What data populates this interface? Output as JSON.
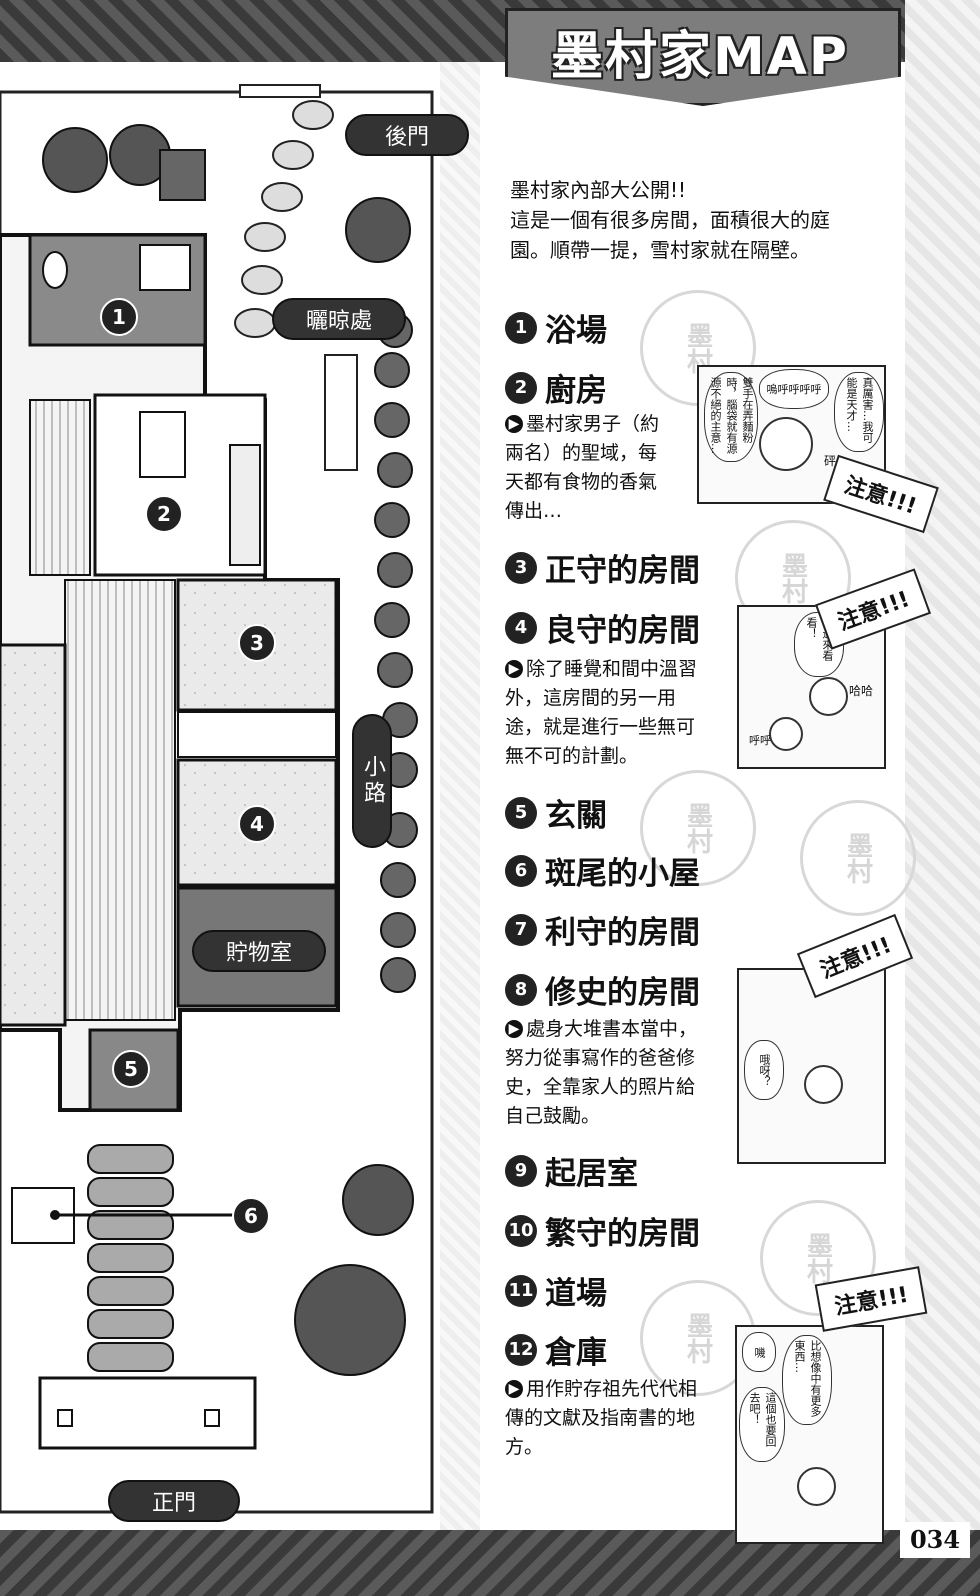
{
  "title": "墨村家MAP",
  "intro": [
    "墨村家內部大公開!!",
    "這是一個有很多房間，面積很大的庭",
    "園。順帶一提，雪村家就在隔壁。"
  ],
  "rooms": [
    {
      "num": "1",
      "name": "浴場"
    },
    {
      "num": "2",
      "name": "廚房"
    },
    {
      "num": "3",
      "name": "正守的房間"
    },
    {
      "num": "4",
      "name": "良守的房間"
    },
    {
      "num": "5",
      "name": "玄關"
    },
    {
      "num": "6",
      "name": "斑尾的小屋"
    },
    {
      "num": "7",
      "name": "利守的房間"
    },
    {
      "num": "8",
      "name": "修史的房間"
    },
    {
      "num": "9",
      "name": "起居室"
    },
    {
      "num": "10",
      "name": "繁守的房間"
    },
    {
      "num": "11",
      "name": "道場"
    },
    {
      "num": "12",
      "name": "倉庫"
    }
  ],
  "notes": {
    "kitchen": [
      "墨村家男子（約",
      "兩名）的聖域，每",
      "天都有食物的香氣",
      "傳出…"
    ],
    "yoshimori": [
      "除了睡覺和間中溫習",
      "外，這房間的另一用",
      "途，就是進行一些無可",
      "無不可的計劃。"
    ],
    "shuji": [
      "處身大堆書本當中，",
      "努力從事寫作的爸爸修",
      "史，全靠家人的照片給",
      "自己鼓勵。"
    ],
    "storage": [
      "用作貯存祖先代代相",
      "傳的文獻及指南書的地",
      "方。"
    ]
  },
  "caution": "注意!!!",
  "panels": {
    "kitchen": [
      "嗚呼呼呼呼",
      "真厲害…我可能是天才…",
      "雙手在弄麵粉時，腦袋就有源源不絕的主意…",
      "砰"
    ],
    "yoshimori": [
      "你過來看看！",
      "哈哈",
      "呼呼"
    ],
    "shuji": [
      "哦呀？"
    ],
    "storage": [
      "嘰",
      "比想像中有更多東西…",
      "這個也要回去吧！"
    ]
  },
  "stamp_text": "墨村",
  "map_labels": {
    "back_gate": "後門",
    "drying_area": "曬晾處",
    "path": "小路",
    "storeroom": "貯物室",
    "front_gate": "正門"
  },
  "map_numbers": [
    "1",
    "2",
    "3",
    "4",
    "5",
    "6"
  ],
  "page_number": "034",
  "colors": {
    "dark": "#222222",
    "gray": "#7d7d7d",
    "light": "#d8d8d8"
  }
}
